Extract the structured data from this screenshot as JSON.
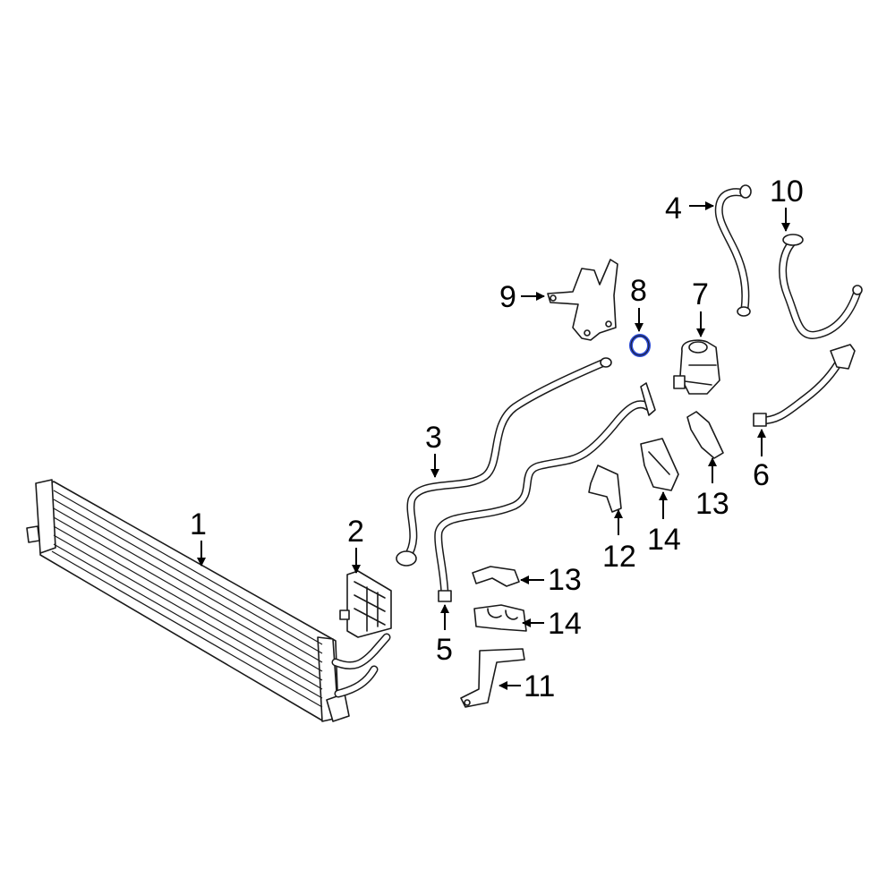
{
  "callouts": {
    "c1": "1",
    "c2": "2",
    "c3": "3",
    "c4": "4",
    "c5": "5",
    "c6": "6",
    "c7": "7",
    "c8": "8",
    "c9": "9",
    "c10": "10",
    "c11": "11",
    "c12": "12",
    "c13a": "13",
    "c13b": "13",
    "c14a": "14",
    "c14b": "14"
  },
  "highlight_color": "#2b4bd6"
}
